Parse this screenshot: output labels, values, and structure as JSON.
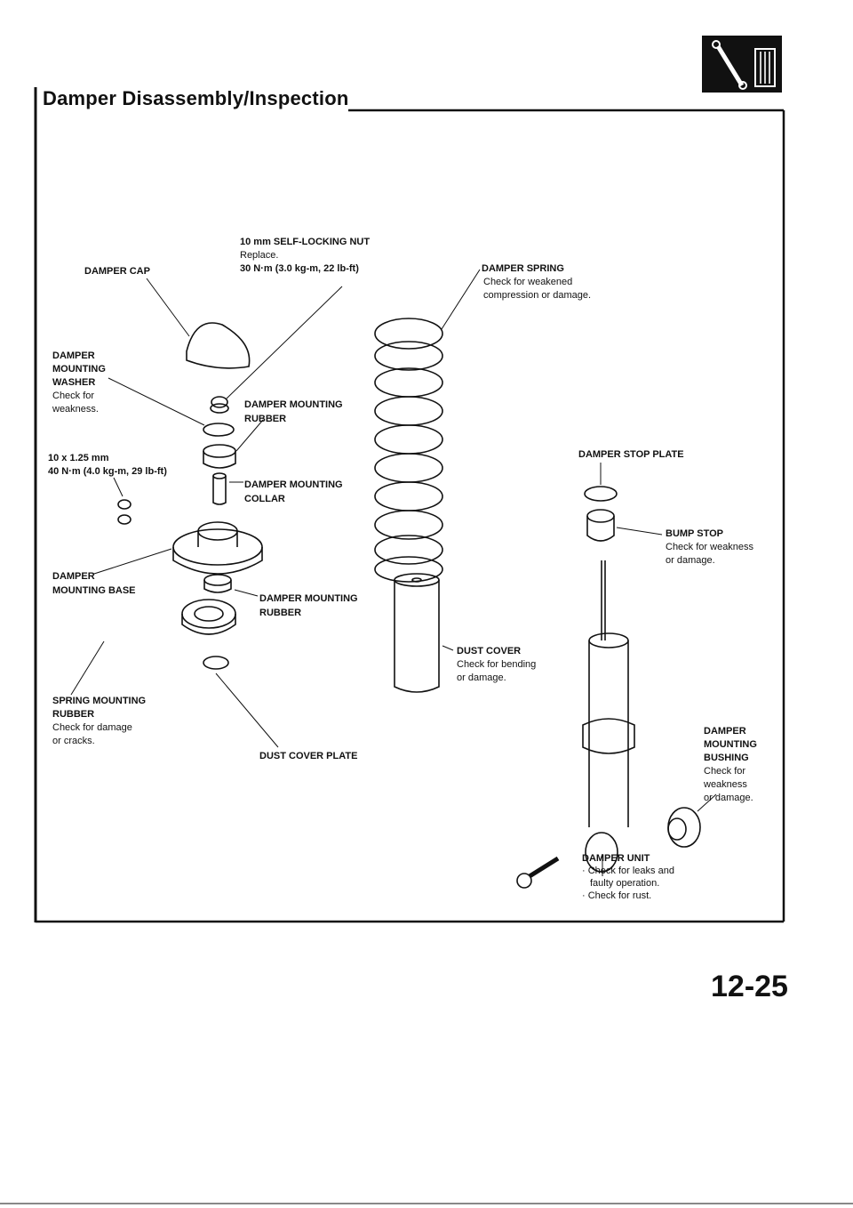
{
  "header": {
    "title": "Damper Disassembly/Inspection",
    "icon": "suspension-section-icon"
  },
  "labels": {
    "nut": {
      "name": "10 mm SELF-LOCKING NUT",
      "note1": "Replace.",
      "note2": "30 N·m (3.0 kg-m, 22 lb-ft)"
    },
    "cap": {
      "name": "DAMPER CAP"
    },
    "washer": {
      "line1": "DAMPER",
      "line2": "MOUNTING",
      "line3": "WASHER",
      "note1": "Check for",
      "note2": "weakness."
    },
    "rubber_upper": {
      "line1": "DAMPER MOUNTING",
      "line2": "RUBBER"
    },
    "bolt_nut": {
      "line1": "10 x 1.25 mm",
      "line2": "40 N·m (4.0 kg-m, 29 lb-ft)"
    },
    "collar": {
      "line1": "DAMPER MOUNTING",
      "line2": "COLLAR"
    },
    "base": {
      "line1": "DAMPER",
      "line2": "MOUNTING BASE"
    },
    "rubber_lower": {
      "line1": "DAMPER MOUNTING",
      "line2": "RUBBER"
    },
    "spring_rubber": {
      "line1": "SPRING MOUNTING",
      "line2": "RUBBER",
      "note1": "Check for damage",
      "note2": "or cracks."
    },
    "dust_plate": {
      "name": "DUST COVER PLATE"
    },
    "dust_cover": {
      "name": "DUST COVER",
      "note1": "Check for bending",
      "note2": "or damage."
    },
    "spring": {
      "name": "DAMPER SPRING",
      "note1": "Check for weakened",
      "note2": "compression or damage."
    },
    "stop_plate": {
      "name": "DAMPER STOP PLATE"
    },
    "bump_stop": {
      "name": "BUMP STOP",
      "note1": "Check for weakness",
      "note2": "or damage."
    },
    "bushing": {
      "line1": "DAMPER",
      "line2": "MOUNTING",
      "line3": "BUSHING",
      "note1": "Check for",
      "note2": "weakness",
      "note3": "or damage."
    },
    "unit": {
      "name": "DAMPER UNIT",
      "note1": "· Check for leaks and",
      "note2": "faulty operation.",
      "note3": "· Check for rust."
    }
  },
  "footer": {
    "page_number": "12-25"
  }
}
